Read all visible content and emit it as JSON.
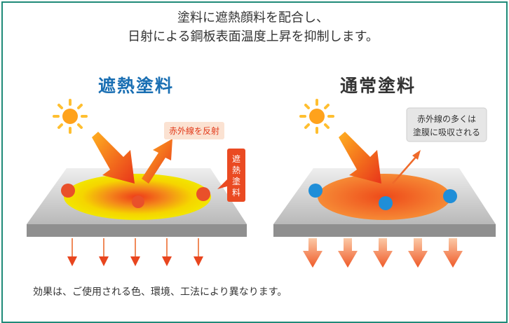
{
  "headline": {
    "line1": "塗料に遮熱顔料を配合し、",
    "line2": "日射による鋼板表面温度上昇を抑制します。"
  },
  "left_panel": {
    "title": "遮熱塗料",
    "reflect_label": "赤外線を反射",
    "pigment_label": [
      "遮",
      "熱",
      "塗",
      "料"
    ]
  },
  "right_panel": {
    "title": "通常塗料",
    "absorb_label_1": "赤外線の多くは",
    "absorb_label_2": "塗膜に吸収される"
  },
  "footnote": "効果は、ご使用される色、環境、工法により異なります。",
  "colors": {
    "frame": "#1f8a78",
    "title_left": "#1a6fb3",
    "title_right": "#333333",
    "sun": "#ffb020",
    "arrow": "#e8451e",
    "glow_yellow": "#f2e600",
    "glow_orange": "#f47a25",
    "dot_red": "#e9502a",
    "dot_blue": "#1f8ed8"
  }
}
